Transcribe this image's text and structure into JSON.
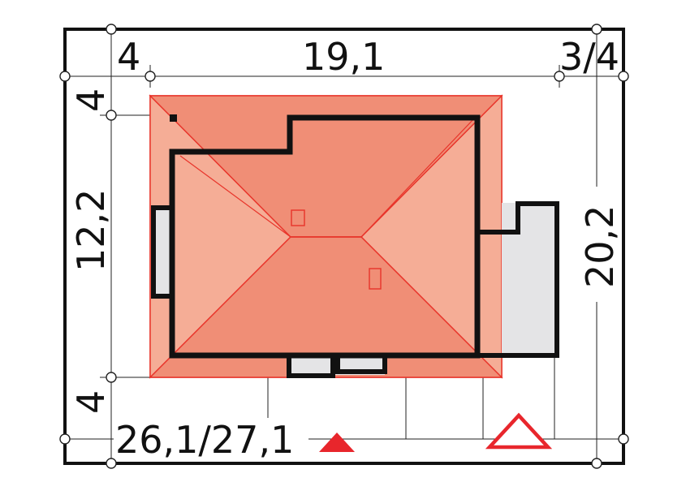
{
  "plot": {
    "top_dimension_main": "19,1",
    "top_dimension_left": "4",
    "top_dimension_right": "3/4",
    "left_dimension_top": "4",
    "left_dimension_middle": "12,2",
    "left_dimension_bottom": "4",
    "right_dimension": "20,2",
    "bottom_dimension": "26,1/27,1"
  },
  "colors": {
    "roof_fill": "#f0917a",
    "roof_light": "#f5ad96",
    "roof_outline": "#e8342a",
    "wall": "#111111",
    "annex_fill": "#e4e4e6",
    "marker_red": "#e8262c"
  }
}
